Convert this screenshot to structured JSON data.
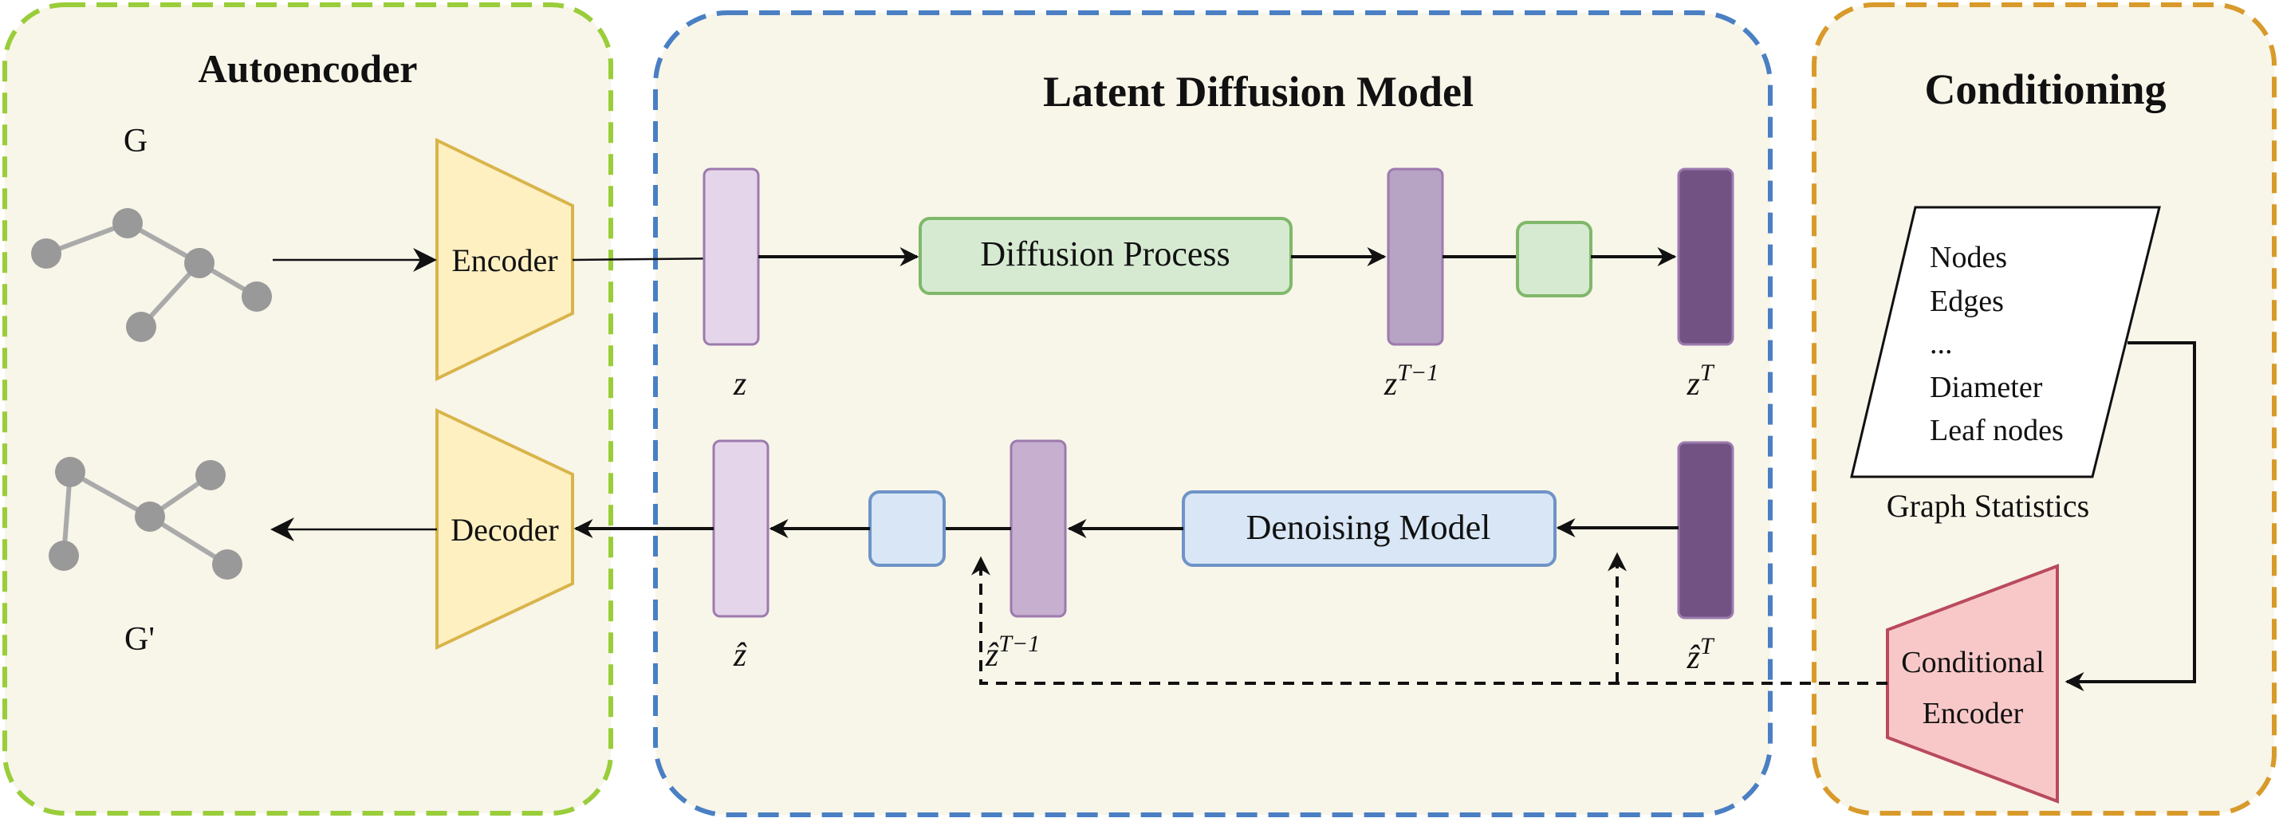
{
  "panels": {
    "autoencoder": {
      "title": "Autoencoder",
      "border_color": "#9ACD3A"
    },
    "latent_diffusion": {
      "title": "Latent Diffusion Model",
      "border_color": "#4A7FC3"
    },
    "conditioning": {
      "title": "Conditioning",
      "border_color": "#D89A2A"
    }
  },
  "autoencoder": {
    "input_graph_label": "G",
    "output_graph_label": "G'",
    "encoder_label": "Encoder",
    "decoder_label": "Decoder"
  },
  "diffusion": {
    "z_label": "z",
    "diffusion_process_label": "Diffusion Process",
    "z_t_minus_1_label": "z",
    "z_t_minus_1_sup": "T−1",
    "z_t_label": "z",
    "z_t_sup": "T",
    "denoising_model_label": "Denoising Model",
    "z_hat_label": "ẑ",
    "z_hat_t_minus_1_label": "ẑ",
    "z_hat_t_minus_1_sup": "T−1",
    "z_hat_t_label": "ẑ",
    "z_hat_t_sup": "T"
  },
  "conditioning": {
    "stats_items": [
      "Nodes",
      "Edges",
      "...",
      "Diameter",
      "Leaf nodes"
    ],
    "stats_caption": "Graph Statistics",
    "conditional_encoder_line1": "Conditional",
    "conditional_encoder_line2": "Encoder"
  },
  "colors": {
    "panel_fill": "#F8F5E9",
    "encoder_fill": "#FFF0C2",
    "encoder_stroke": "#D9B44A",
    "latent_light": "#E5D5EA",
    "latent_mid": "#B7A3C3",
    "latent_dark": "#725283",
    "latent_stroke": "#9C7AAE",
    "green_fill": "#D6EAD2",
    "green_stroke": "#7FB86A",
    "blue_fill": "#D8E6F6",
    "blue_stroke": "#6E93C7",
    "cond_fill": "#F8C8C8",
    "cond_stroke": "#B94A5C",
    "graph_node": "#999999",
    "graph_edge": "#AAAAAA"
  }
}
